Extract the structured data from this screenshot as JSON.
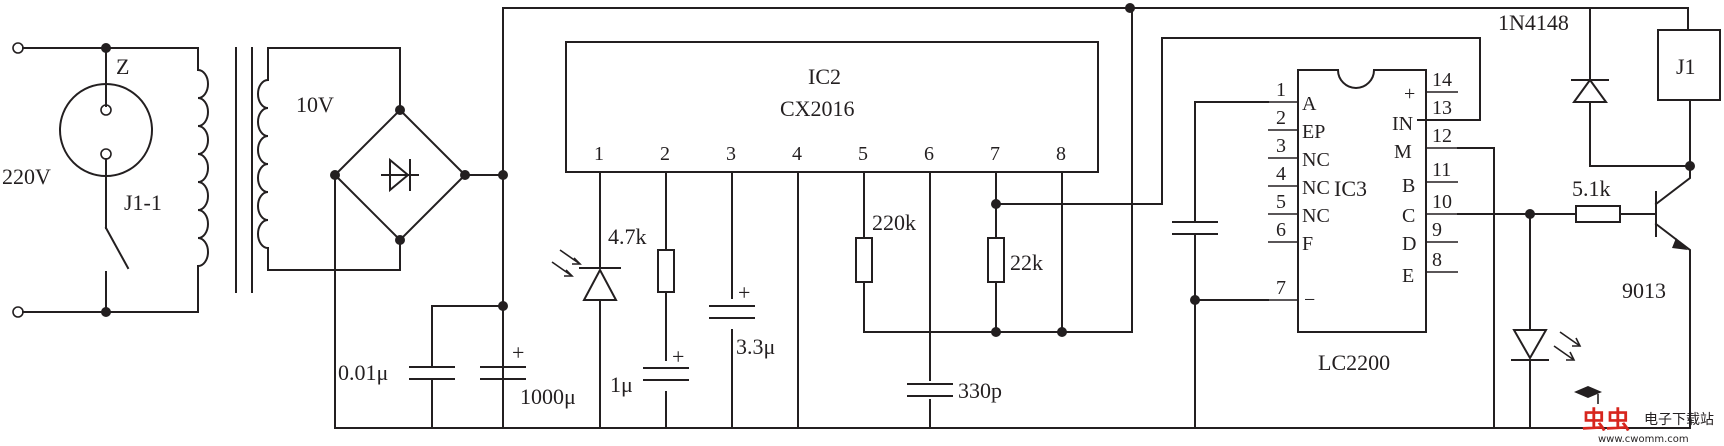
{
  "colors": {
    "line": "#231f20",
    "watermark_red": "#d7261e",
    "background": "#ffffff"
  },
  "labels": {
    "z": "Z",
    "v220": "220V",
    "j1_1": "J1-1",
    "v10": "10V",
    "ic2": "IC2",
    "cx2016": "CX2016",
    "c001": "0.01μ",
    "c1000": "1000μ",
    "r47": "4.7k",
    "c1": "1μ",
    "c33": "3.3μ",
    "r220": "220k",
    "r22": "22k",
    "c330": "330p",
    "ic3": "IC3",
    "lc2200": "LC2200",
    "d1n4148": "1N4148",
    "j1": "J1",
    "r51": "5.1k",
    "q9013": "9013",
    "plus": "+"
  },
  "ic2_pins": [
    "1",
    "2",
    "3",
    "4",
    "5",
    "6",
    "7",
    "8"
  ],
  "ic3_left": [
    {
      "num": "1",
      "name": "A"
    },
    {
      "num": "2",
      "name": "EP"
    },
    {
      "num": "3",
      "name": "NC"
    },
    {
      "num": "4",
      "name": "NC"
    },
    {
      "num": "5",
      "name": "NC"
    },
    {
      "num": "6",
      "name": "F"
    },
    {
      "num": "7",
      "name": "−"
    }
  ],
  "ic3_right": [
    {
      "num": "14",
      "name": "+"
    },
    {
      "num": "13",
      "name": "IN"
    },
    {
      "num": "12",
      "name": "M"
    },
    {
      "num": "11",
      "name": "B"
    },
    {
      "num": "10",
      "name": "C"
    },
    {
      "num": "9",
      "name": "D"
    },
    {
      "num": "8",
      "name": "E"
    }
  ],
  "watermark": {
    "brand": "虫虫",
    "site": "电子下载站",
    "url": "www.cwomm.com"
  }
}
